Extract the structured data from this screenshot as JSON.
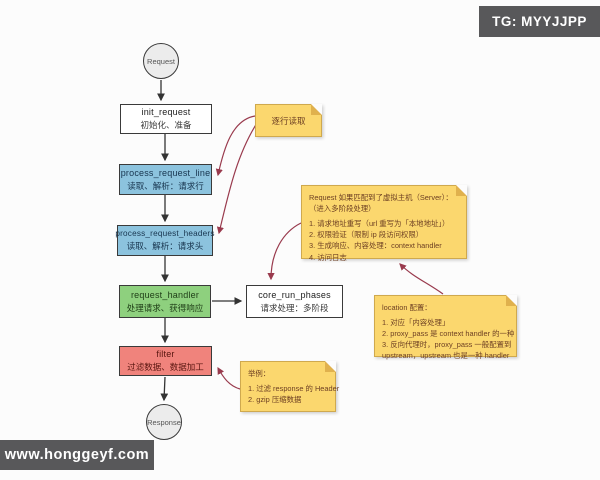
{
  "badges": {
    "tg": "TG: MYYJJPP",
    "watermark": "www.honggeyf.com"
  },
  "flow": {
    "start_label": "Request",
    "end_label": "Response",
    "nodes": [
      {
        "title": "init_request",
        "subtitle": "初始化、准备"
      },
      {
        "title": "process_request_line",
        "subtitle": "读取、解析：请求行"
      },
      {
        "title": "process_request_headers",
        "subtitle": "读取、解析：请求头"
      },
      {
        "title": "request_handler",
        "subtitle": "处理请求、获得响应"
      },
      {
        "title": "core_run_phases",
        "subtitle": "请求处理：多阶段"
      },
      {
        "title": "filter",
        "subtitle": "过滤数据、数据加工"
      }
    ]
  },
  "notes": {
    "read_line": {
      "text": "逐行读取"
    },
    "request_match": {
      "lines": [
        "Request 如果匹配到了虚拟主机（Server）：",
        "（进入多阶段处理）",
        "",
        "1. 请求地址重写（url 重写为「本地地址」）",
        "2. 权限验证（限制 ip 段访问权限）",
        "3. 生成响应、内容处理：context handler",
        "4. 访问日志"
      ]
    },
    "location": {
      "lines": [
        "location 配置：",
        "",
        "1. 对应「内容处理」",
        "2. proxy_pass 是 context handler 的一种",
        "3. 反向代理时，proxy_pass 一般配置到",
        "upstream，upstream 也是一种 handler"
      ]
    },
    "example": {
      "lines": [
        "举例：",
        "",
        "1. 过滤 response 的 Header",
        "2. gzip 压缩数据"
      ]
    }
  },
  "colors": {
    "node_blue": "#8cc3de",
    "node_green": "#8ed07e",
    "node_red": "#f0837c",
    "note_yellow": "#fbd76e",
    "arrow_black": "#333333",
    "arrow_red": "#993a4d",
    "badge_gray": "#58585a"
  }
}
